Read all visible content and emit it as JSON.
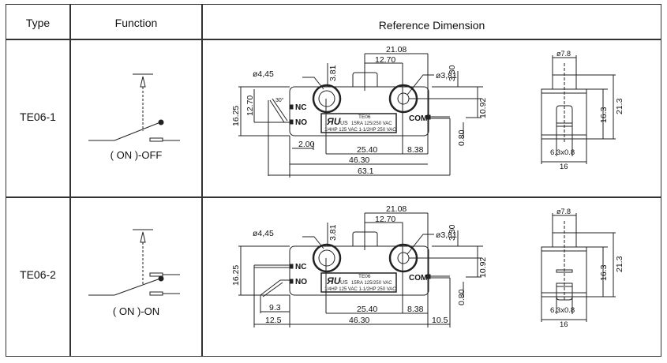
{
  "header": {
    "type_label": "Type",
    "function_label": "Function",
    "reference_label": "Reference Dimension"
  },
  "rows": [
    {
      "type": "TE06-1",
      "function": "( ON )-OFF",
      "dims": {
        "hole_left": "ø4,45",
        "hole_right": "ø3,81",
        "top_3_81": "3.81",
        "top_21_08": "21.08",
        "top_12_70": "12.70",
        "right_3_30": "3.30",
        "right_10_92": "10.92",
        "right_0_80": "0.80",
        "left_16_25": "16.25",
        "left_12_70": "12.70",
        "angle": "30°",
        "bottom_2_00": "2.00",
        "bottom_25_40": "25.40",
        "bottom_8_38": "8.38",
        "bottom_46_30": "46.30",
        "bottom_63_1": "63.1"
      },
      "side": {
        "dia": "ø7.8",
        "h1": "16.3",
        "h2": "21.3",
        "terminal": "6.3x0.8",
        "width": "16"
      }
    },
    {
      "type": "TE06-2",
      "function": "( ON )-ON",
      "dims": {
        "hole_left": "ø4,45",
        "hole_right": "ø3,81",
        "top_3_81": "3.81",
        "top_21_08": "21.08",
        "top_12_70": "12.70",
        "right_3_30": "3.30",
        "right_10_92": "10.92",
        "right_0_80": "0.80",
        "left_16_25": "16.25",
        "bottom_9_3": "9.3",
        "bottom_12_5": "12.5",
        "bottom_25_40": "25.40",
        "bottom_8_38": "8.38",
        "bottom_46_30": "46.30",
        "bottom_10_5": "10.5"
      },
      "side": {
        "dia": "ø7.8",
        "h1": "16.3",
        "h2": "21.3",
        "terminal": "6.3x0.8",
        "width": "16"
      }
    }
  ],
  "label_plate": {
    "model": "TE06",
    "rating1": "15RA  125/250 VAC",
    "rating2": "1/4HP  125 VAC   1-1/2HP  250 VAC",
    "cert": "US",
    "nc": "NC",
    "no": "NO",
    "com": "COM"
  }
}
